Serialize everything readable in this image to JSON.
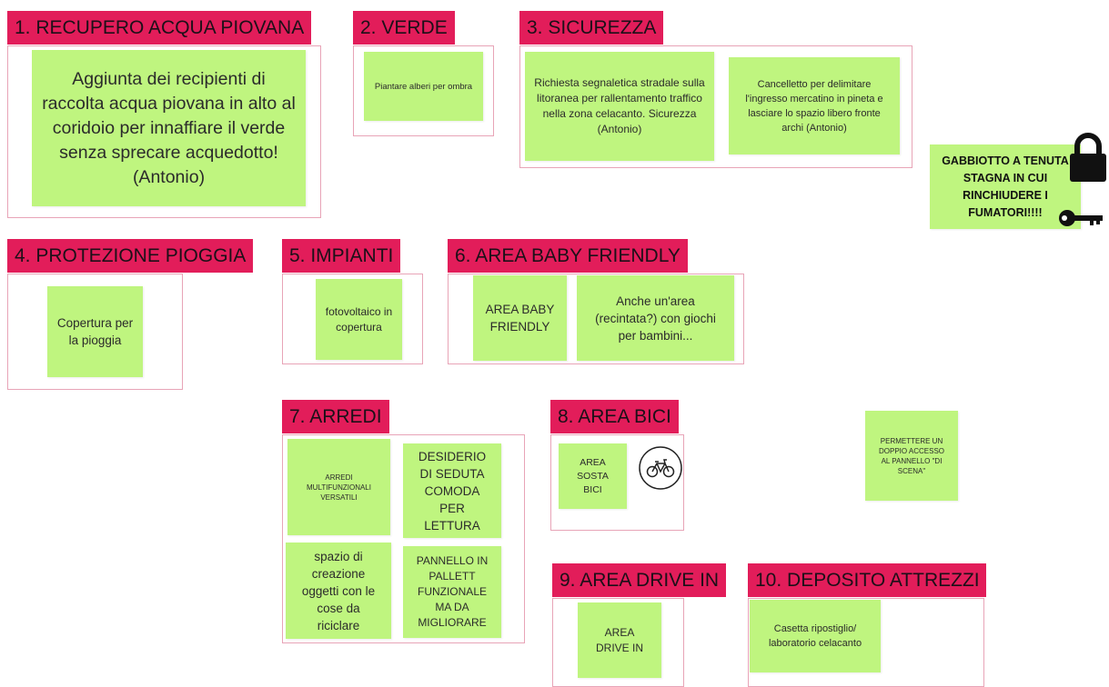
{
  "colors": {
    "header": "#e21d5a",
    "sticky": "#bff57f",
    "frame_border": "#e8a4b7"
  },
  "sections": [
    {
      "header": "1. RECUPERO ACQUA PIOVANA",
      "notes": [
        "Aggiunta dei recipienti di raccolta acqua piovana in alto al coridoio per innaffiare il verde senza sprecare acquedotto! (Antonio)"
      ]
    },
    {
      "header": "2. VERDE",
      "notes": [
        "Piantare alberi per ombra"
      ]
    },
    {
      "header": "3. SICUREZZA",
      "notes": [
        "Richiesta segnaletica stradale sulla litoranea per rallentamento traffico nella zona celacanto. Sicurezza (Antonio)",
        "Cancelletto per delimitare l'ingresso mercatino in pineta e lasciare lo spazio libero fronte archi (Antonio)"
      ]
    },
    {
      "header": "4. PROTEZIONE PIOGGIA",
      "notes": [
        "Copertura per la pioggia"
      ]
    },
    {
      "header": "5. IMPIANTI",
      "notes": [
        "fotovoltaico in copertura"
      ]
    },
    {
      "header": "6. AREA BABY FRIENDLY",
      "notes": [
        "AREA BABY FRIENDLY",
        "Anche un'area (recintata?) con giochi per bambini..."
      ]
    },
    {
      "header": "7. ARREDI",
      "notes": [
        "ARREDI MULTIFUNZIONALI VERSATILI",
        "DESIDERIO DI SEDUTA COMODA PER LETTURA",
        "spazio di creazione oggetti con le cose da riciclare",
        "PANNELLO IN PALLETT FUNZIONALE MA DA MIGLIORARE"
      ]
    },
    {
      "header": "8. AREA BICI",
      "notes": [
        "AREA SOSTA BICI"
      ]
    },
    {
      "header": "9. AREA DRIVE IN",
      "notes": [
        "AREA DRIVE IN"
      ]
    },
    {
      "header": "10. DEPOSITO ATTREZZI",
      "notes": [
        "Casetta ripostiglio/ laboratorio celacanto"
      ]
    }
  ],
  "free_notes": [
    "GABBIOTTO A TENUTA STAGNA IN CUI RINCHIUDERE I FUMATORI!!!!",
    "PERMETTERE UN DOPPIO ACCESSO AL PANNELLO \"DI SCENA\""
  ],
  "icons": [
    "lock-icon",
    "key-icon",
    "bicycle-icon"
  ]
}
